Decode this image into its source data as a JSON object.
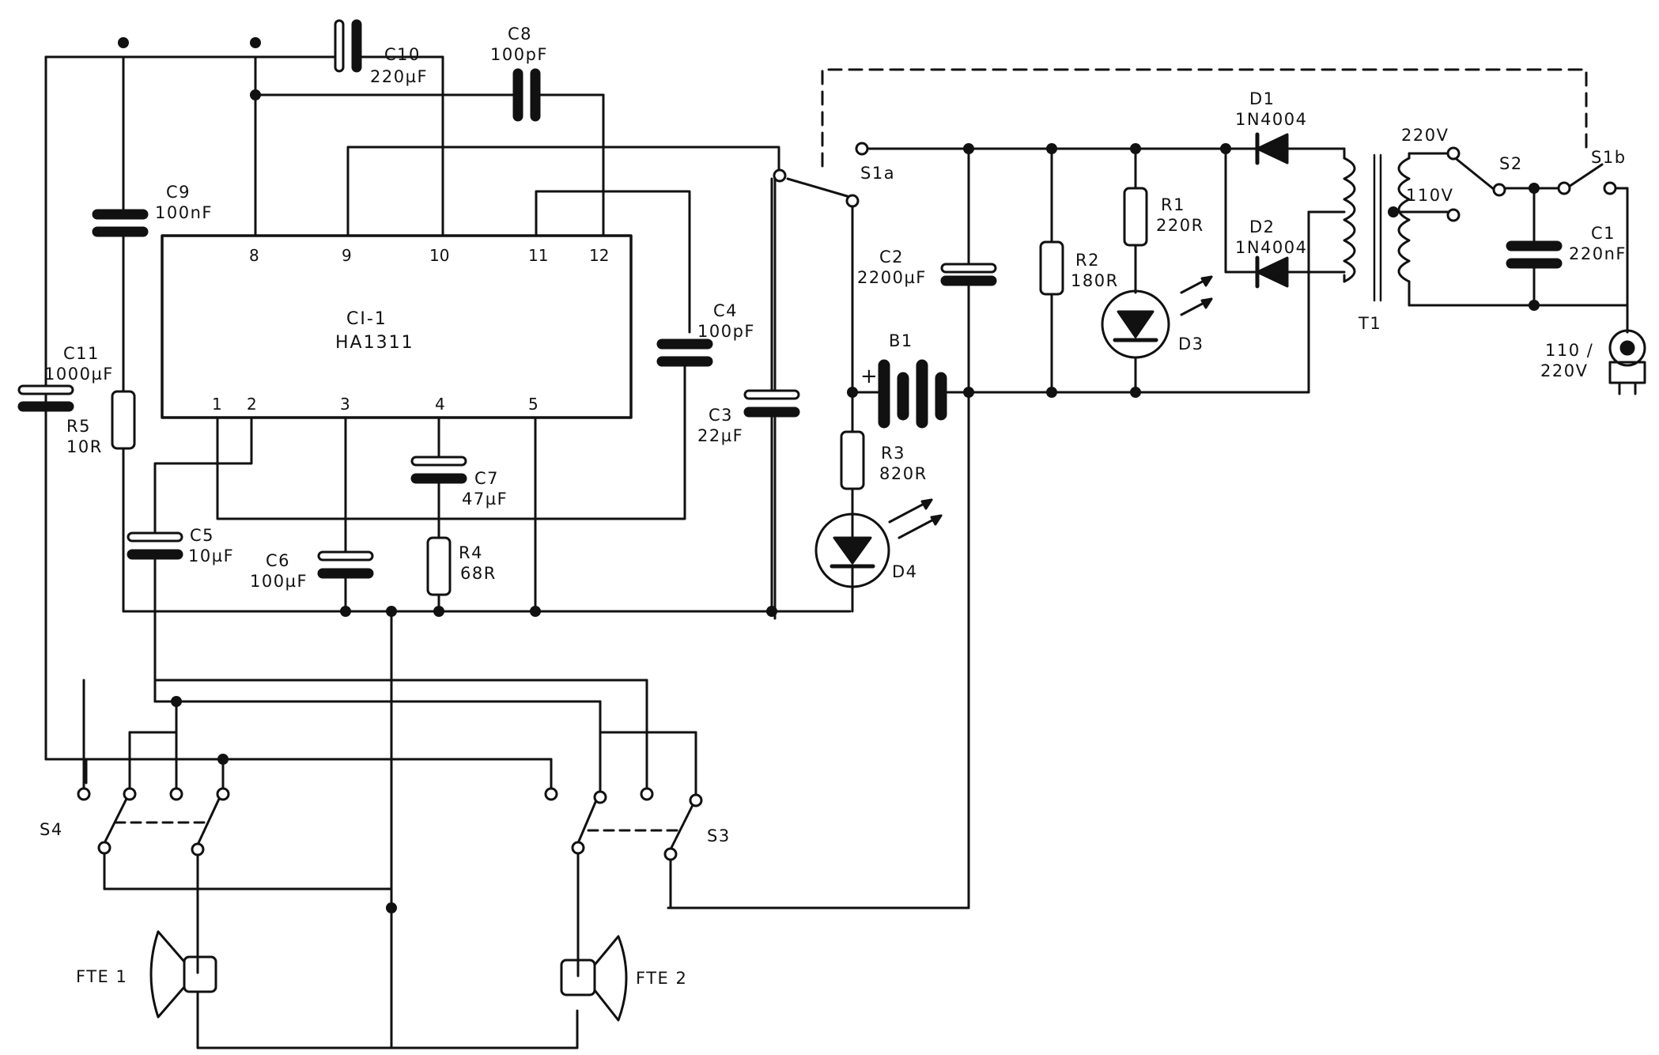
{
  "ic": {
    "ref": "CI-1",
    "part": "HA1311"
  },
  "ic_pins": {
    "p1": "1",
    "p2": "2",
    "p3": "3",
    "p4": "4",
    "p5": "5",
    "p8": "8",
    "p9": "9",
    "p10": "10",
    "p11": "11",
    "p12": "12"
  },
  "components": {
    "c1": {
      "ref": "C1",
      "value": "220nF"
    },
    "c2": {
      "ref": "C2",
      "value": "2200µF"
    },
    "c3": {
      "ref": "C3",
      "value": "22µF"
    },
    "c4": {
      "ref": "C4",
      "value": "100pF"
    },
    "c5": {
      "ref": "C5",
      "value": "10µF"
    },
    "c6": {
      "ref": "C6",
      "value": "100µF"
    },
    "c7": {
      "ref": "C7",
      "value": "47µF"
    },
    "c8": {
      "ref": "C8",
      "value": "100pF"
    },
    "c9": {
      "ref": "C9",
      "value": "100nF"
    },
    "c10": {
      "ref": "C10",
      "value": "220µF"
    },
    "c11": {
      "ref": "C11",
      "value": "1000µF"
    },
    "r1": {
      "ref": "R1",
      "value": "220R"
    },
    "r2": {
      "ref": "R2",
      "value": "180R"
    },
    "r3": {
      "ref": "R3",
      "value": "820R"
    },
    "r4": {
      "ref": "R4",
      "value": "68R"
    },
    "r5": {
      "ref": "R5",
      "value": "10R"
    },
    "d1": {
      "ref": "D1",
      "value": "1N4004"
    },
    "d2": {
      "ref": "D2",
      "value": "1N4004"
    },
    "d3": {
      "ref": "D3"
    },
    "d4": {
      "ref": "D4"
    },
    "b1": {
      "ref": "B1"
    },
    "t1": {
      "ref": "T1"
    },
    "s1a": {
      "ref": "S1a"
    },
    "s1b": {
      "ref": "S1b"
    },
    "s2": {
      "ref": "S2"
    },
    "s3": {
      "ref": "S3"
    },
    "s4": {
      "ref": "S4"
    },
    "fte1": {
      "ref": "FTE 1"
    },
    "fte2": {
      "ref": "FTE 2"
    }
  },
  "labels": {
    "tap_220": "220V",
    "tap_110": "110V",
    "mains": "110 /",
    "mains2": "220V",
    "battery_plus": "+"
  },
  "colors": {
    "ink": "#111111",
    "paper": "#ffffff"
  }
}
